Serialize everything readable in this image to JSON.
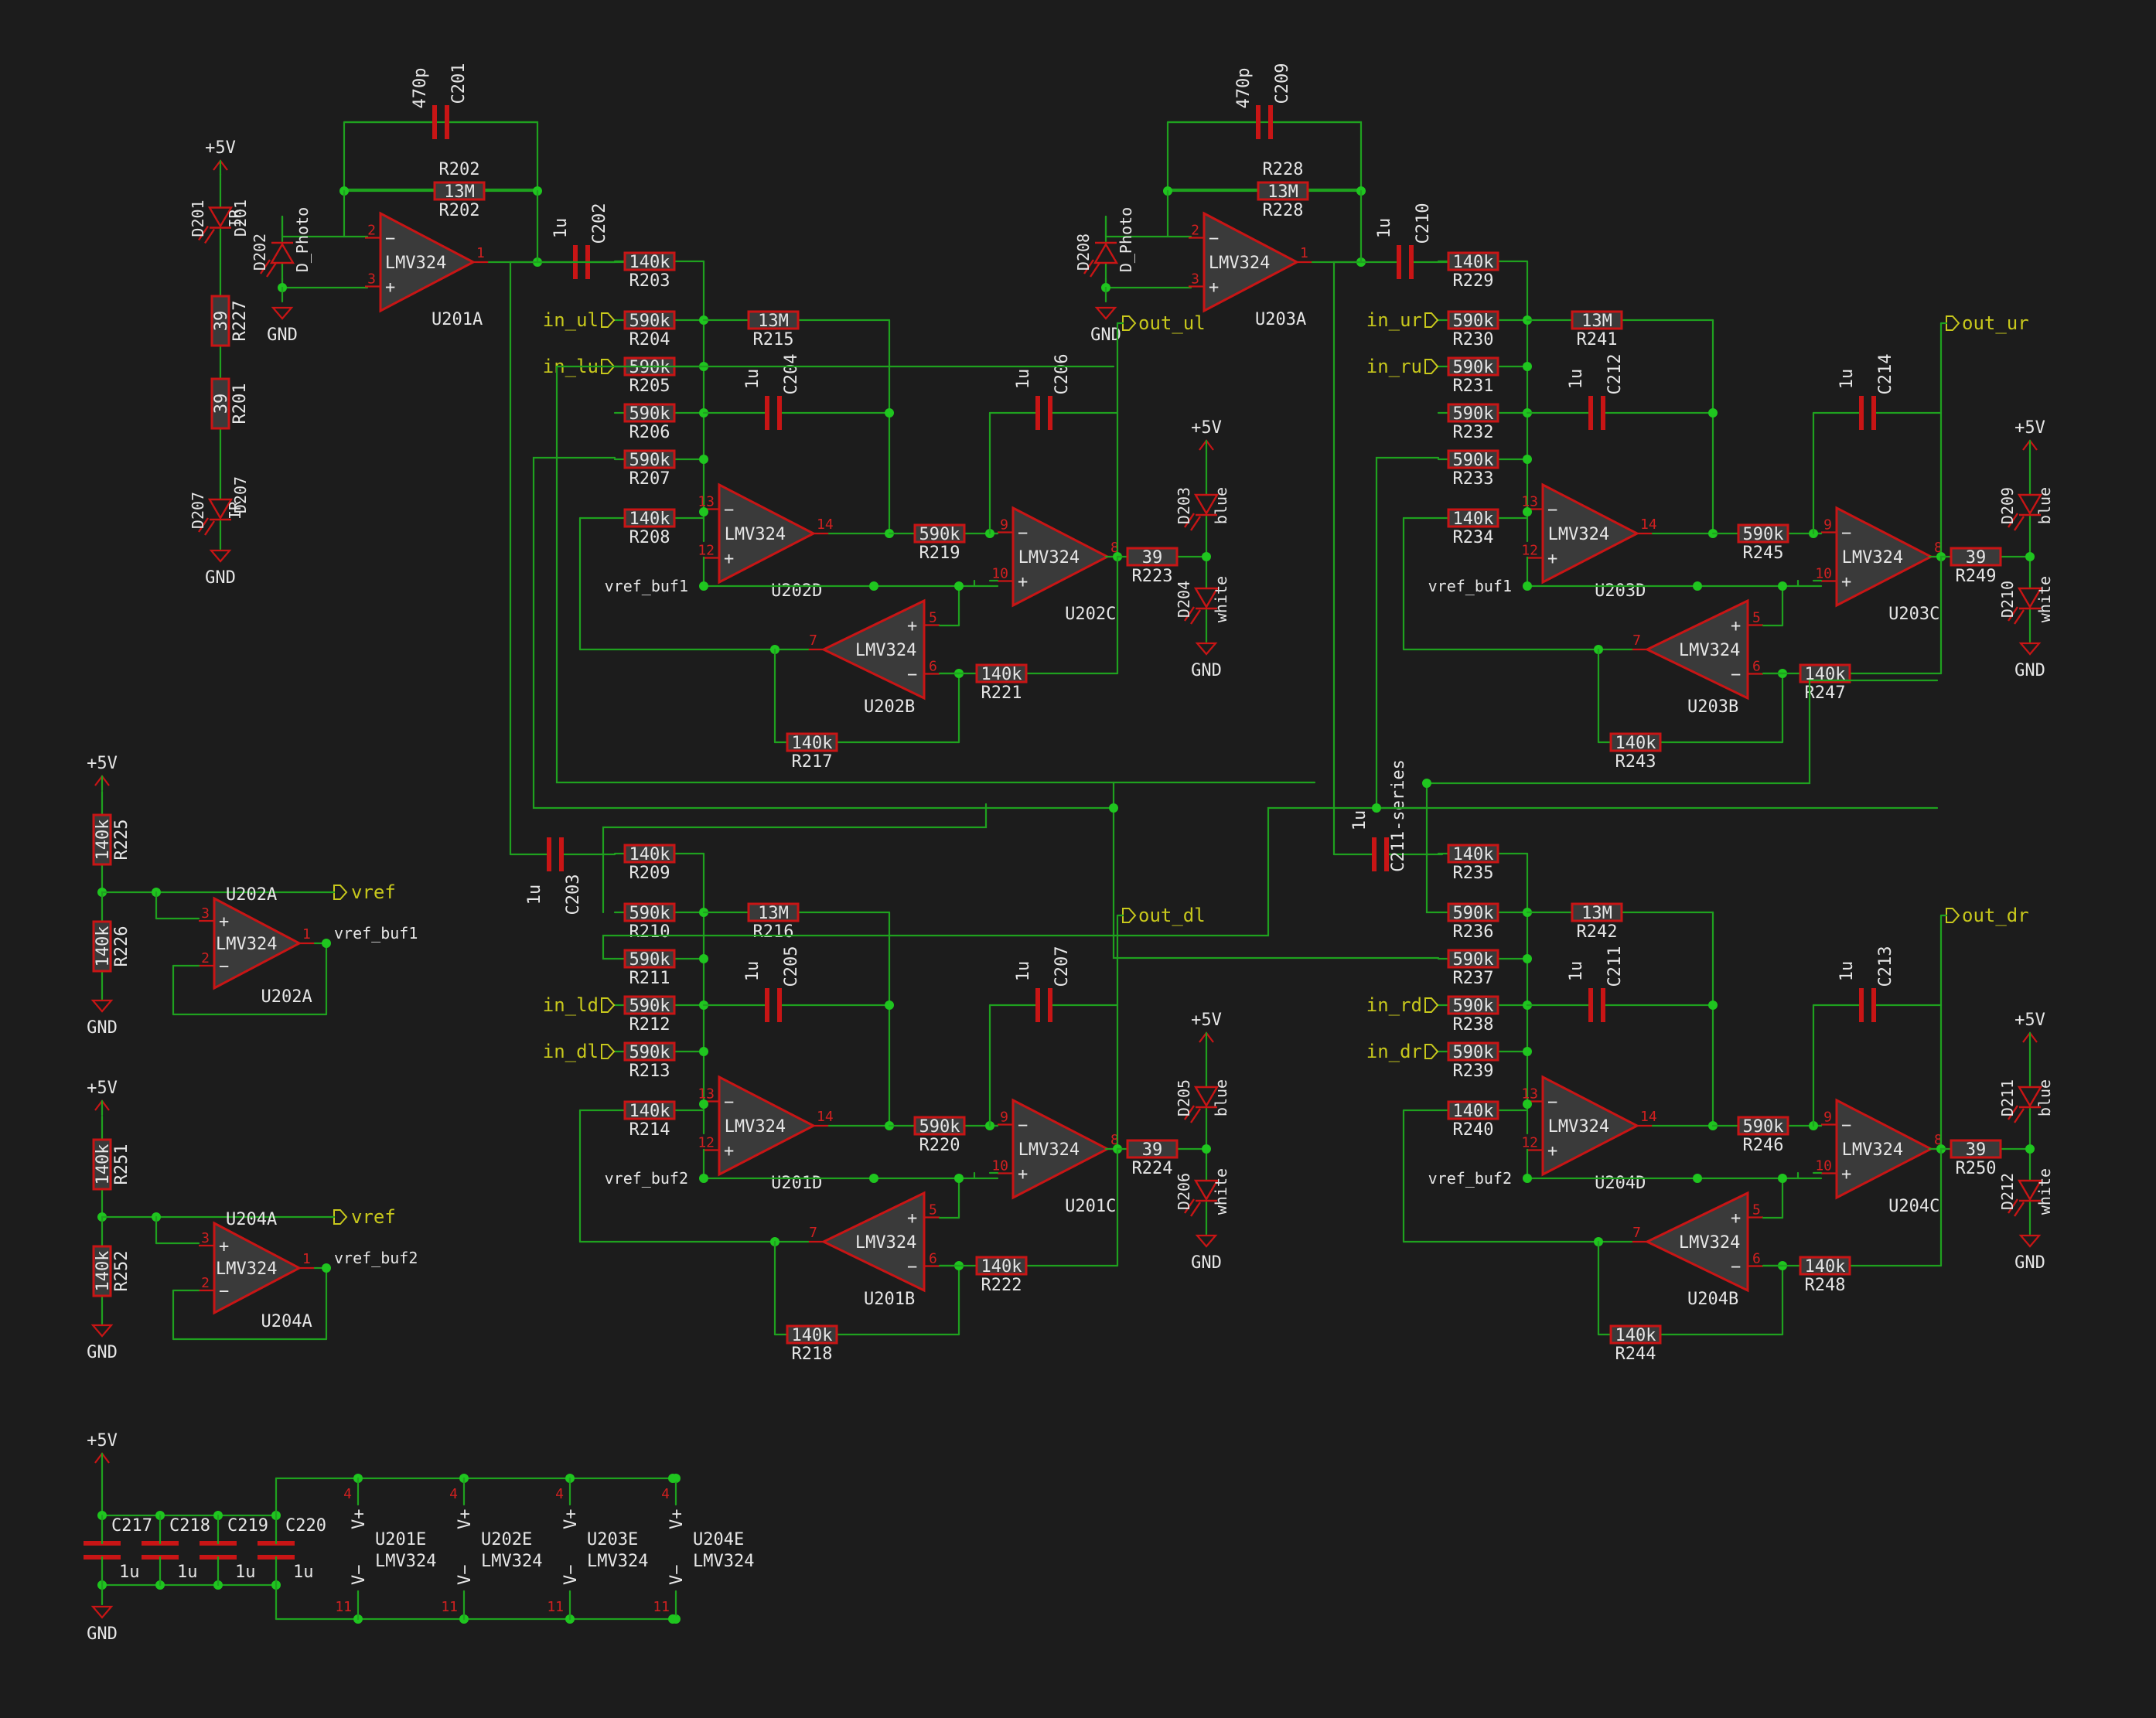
{
  "schematic": {
    "parts": {
      "opamp_value": "LMV324",
      "photodiode": "D_Photo",
      "units": {
        "U201A": "U201A",
        "U202D": "U202D",
        "U202C": "U202C",
        "U202B": "U202B",
        "U203A": "U203A",
        "U203D": "U203D",
        "U203C": "U203C",
        "U203B": "U203B",
        "U201D": "U201D",
        "U201C": "U201C",
        "U201B": "U201B",
        "U204D": "U204D",
        "U204C": "U204C",
        "U204B": "U204B",
        "U202A": "U202A",
        "U204A": "U204A",
        "U201E": "U201E",
        "U202E": "U202E",
        "U203E": "U203E",
        "U204E": "U204E"
      }
    },
    "power": {
      "vcc": "+5V",
      "gnd": "GND",
      "vplus": "V+",
      "vminus": "V−"
    },
    "nets": {
      "in_ul": "in_ul",
      "in_lu": "in_lu",
      "in_ur": "in_ur",
      "in_ru": "in_ru",
      "in_ld": "in_ld",
      "in_dl": "in_dl",
      "in_rd": "in_rd",
      "in_dr": "in_dr",
      "out_ul": "out_ul",
      "out_ur": "out_ur",
      "out_dl": "out_dl",
      "out_dr": "out_dr",
      "vref": "vref",
      "vref_buf1": "vref_buf1",
      "vref_buf2": "vref_buf2"
    },
    "leds": {
      "ir": "IR",
      "blue": "blue",
      "white": "white"
    }
  }
}
